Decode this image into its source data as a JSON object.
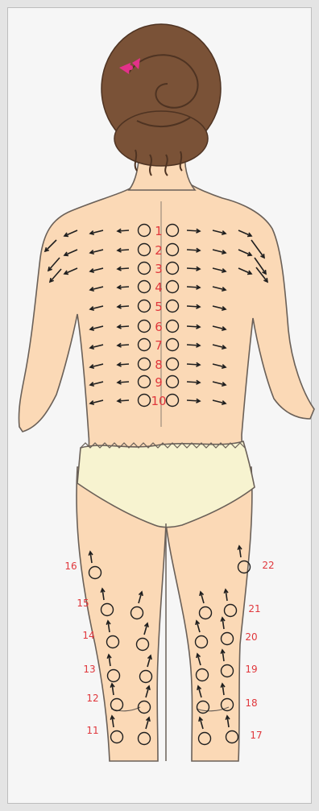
{
  "colors": {
    "skin": "#fbd9b6",
    "skin_outline": "#6a6058",
    "hair": "#7a5237",
    "hair_dark": "#4e3322",
    "bow": "#e3318a",
    "underwear": "#f7f3d0",
    "marker_stroke": "#1f1f1f",
    "label": "#e0373c"
  },
  "icons": {
    "bow": "hair-bow-icon",
    "arrow": "arrow-icon",
    "point": "circle-marker-icon"
  },
  "back_points": [
    "1",
    "2",
    "3",
    "4",
    "5",
    "6",
    "7",
    "8",
    "9",
    "10"
  ],
  "leg_points": [
    "11",
    "12",
    "13",
    "14",
    "15",
    "16",
    "17",
    "18",
    "19",
    "20",
    "21",
    "22"
  ]
}
